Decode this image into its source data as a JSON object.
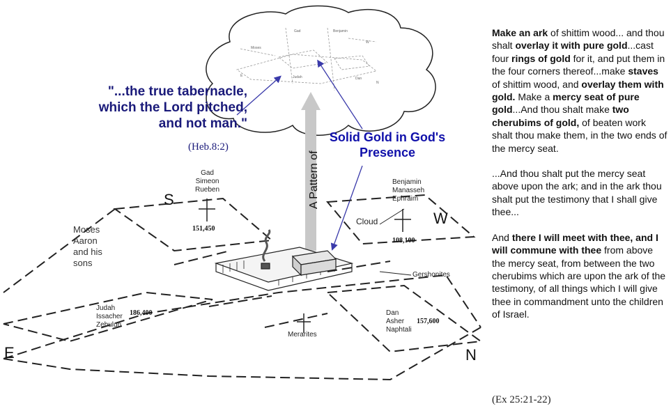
{
  "cloud": {
    "quote": "\"...the true tabernacle, which the Lord pitched, and not man.\"",
    "quote_ref": "(Heb.8:2)"
  },
  "pattern_label": "A Pattern of",
  "gold_label": "Solid Gold in God's Presence",
  "directions": {
    "south": "S",
    "west": "W",
    "east": "E",
    "north": "N"
  },
  "camps": {
    "south": {
      "tribes": [
        "Gad",
        "Simeon",
        "Rueben"
      ],
      "number": "151,450"
    },
    "west": {
      "tribes": [
        "Benjamin",
        "Manasseh",
        "Ephraim"
      ],
      "number": "108,100"
    },
    "east": {
      "tribes": [
        "Judah",
        "Issacher",
        "Zebulun"
      ],
      "number": "186,400"
    },
    "north": {
      "tribes": [
        "Dan",
        "Asher",
        "Naphtali"
      ],
      "number": "157,600"
    },
    "priests": [
      "Moses",
      "Aaron",
      "and his",
      "sons"
    ],
    "cloud_label": "Cloud",
    "gershonites": "Gershonites",
    "merarites": "Merarites"
  },
  "scripture": {
    "p1": [
      {
        "t": "Make an ark",
        "b": true
      },
      {
        "t": " of shittim wood... and thou shalt ",
        "b": false
      },
      {
        "t": "overlay it with pure gold",
        "b": true
      },
      {
        "t": "...cast four ",
        "b": false
      },
      {
        "t": "rings of gold",
        "b": true
      },
      {
        "t": " for it, and put them in the four corners thereof...make ",
        "b": false
      },
      {
        "t": "staves",
        "b": true
      },
      {
        "t": " of shittim wood, and ",
        "b": false
      },
      {
        "t": "overlay them with gold.",
        "b": true
      },
      {
        "t": " Make a ",
        "b": false
      },
      {
        "t": "mercy seat of pure gold",
        "b": true
      },
      {
        "t": "...And thou shalt make ",
        "b": false
      },
      {
        "t": "two cherubims of gold,",
        "b": true
      },
      {
        "t": " of beaten work shalt thou make them, in the two ends of the mercy seat.",
        "b": false
      }
    ],
    "p2": [
      {
        "t": "...And thou shalt put the mercy seat above upon the ark; and in the ark thou shalt put the testimony that I shall give thee...",
        "b": false
      }
    ],
    "p3": [
      {
        "t": "And ",
        "b": false
      },
      {
        "t": "there I will meet with thee, and I will commune with thee",
        "b": true
      },
      {
        "t": " from above the mercy seat, from between the two cherubims which are upon the ark of the testimony, of all things which I will give thee in commandment unto the children of Israel.",
        "b": false
      }
    ],
    "ref": "(Ex 25:21-22)"
  },
  "colors": {
    "quote": "#1a1a7a",
    "gold_text": "#1010aa",
    "arrow": "#c8c8c8"
  }
}
